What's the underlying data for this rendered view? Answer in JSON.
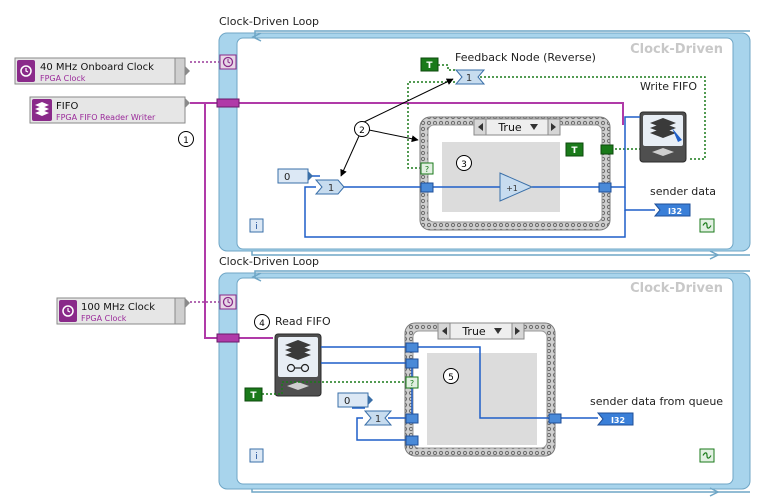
{
  "loops": [
    {
      "label": "Clock-Driven Loop",
      "watermark": "Clock-Driven"
    },
    {
      "label": "Clock-Driven Loop",
      "watermark": "Clock-Driven"
    }
  ],
  "controls": {
    "clock40": {
      "name": "40 MHz Onboard Clock",
      "type": "FPGA Clock"
    },
    "fifo": {
      "name": "FIFO",
      "type": "FPGA FIFO Reader Writer"
    },
    "clock100": {
      "name": "100 MHz Clock",
      "type": "FPGA Clock"
    }
  },
  "nodes": {
    "feedback_label": "Feedback Node (Reverse)",
    "feedback_value": "1",
    "feedback_value2": "1",
    "write_fifo_label": "Write FIFO",
    "read_fifo_label": "Read FIFO",
    "case_top_value": "True",
    "case_bottom_value": "True",
    "const_zero_top": "0",
    "const_zero_bottom": "0",
    "true_const": "T",
    "increment": "+1",
    "question": "?",
    "iteration": "i",
    "sender_data": "sender data",
    "sender_data_queue": "sender data from queue",
    "i32": "I32"
  },
  "callouts": [
    "1",
    "2",
    "3",
    "4",
    "5"
  ],
  "colors": {
    "loop_frame": "#a8d4ec",
    "loop_border": "#6fa6c6",
    "case_border": "#8a8a8a",
    "case_fill": "#dcdcdc",
    "wire_blue": "#1f5fc8",
    "wire_green": "#1a7a1a",
    "wire_purple": "#b03aa8",
    "clock_purple": "#8a2a8a"
  }
}
